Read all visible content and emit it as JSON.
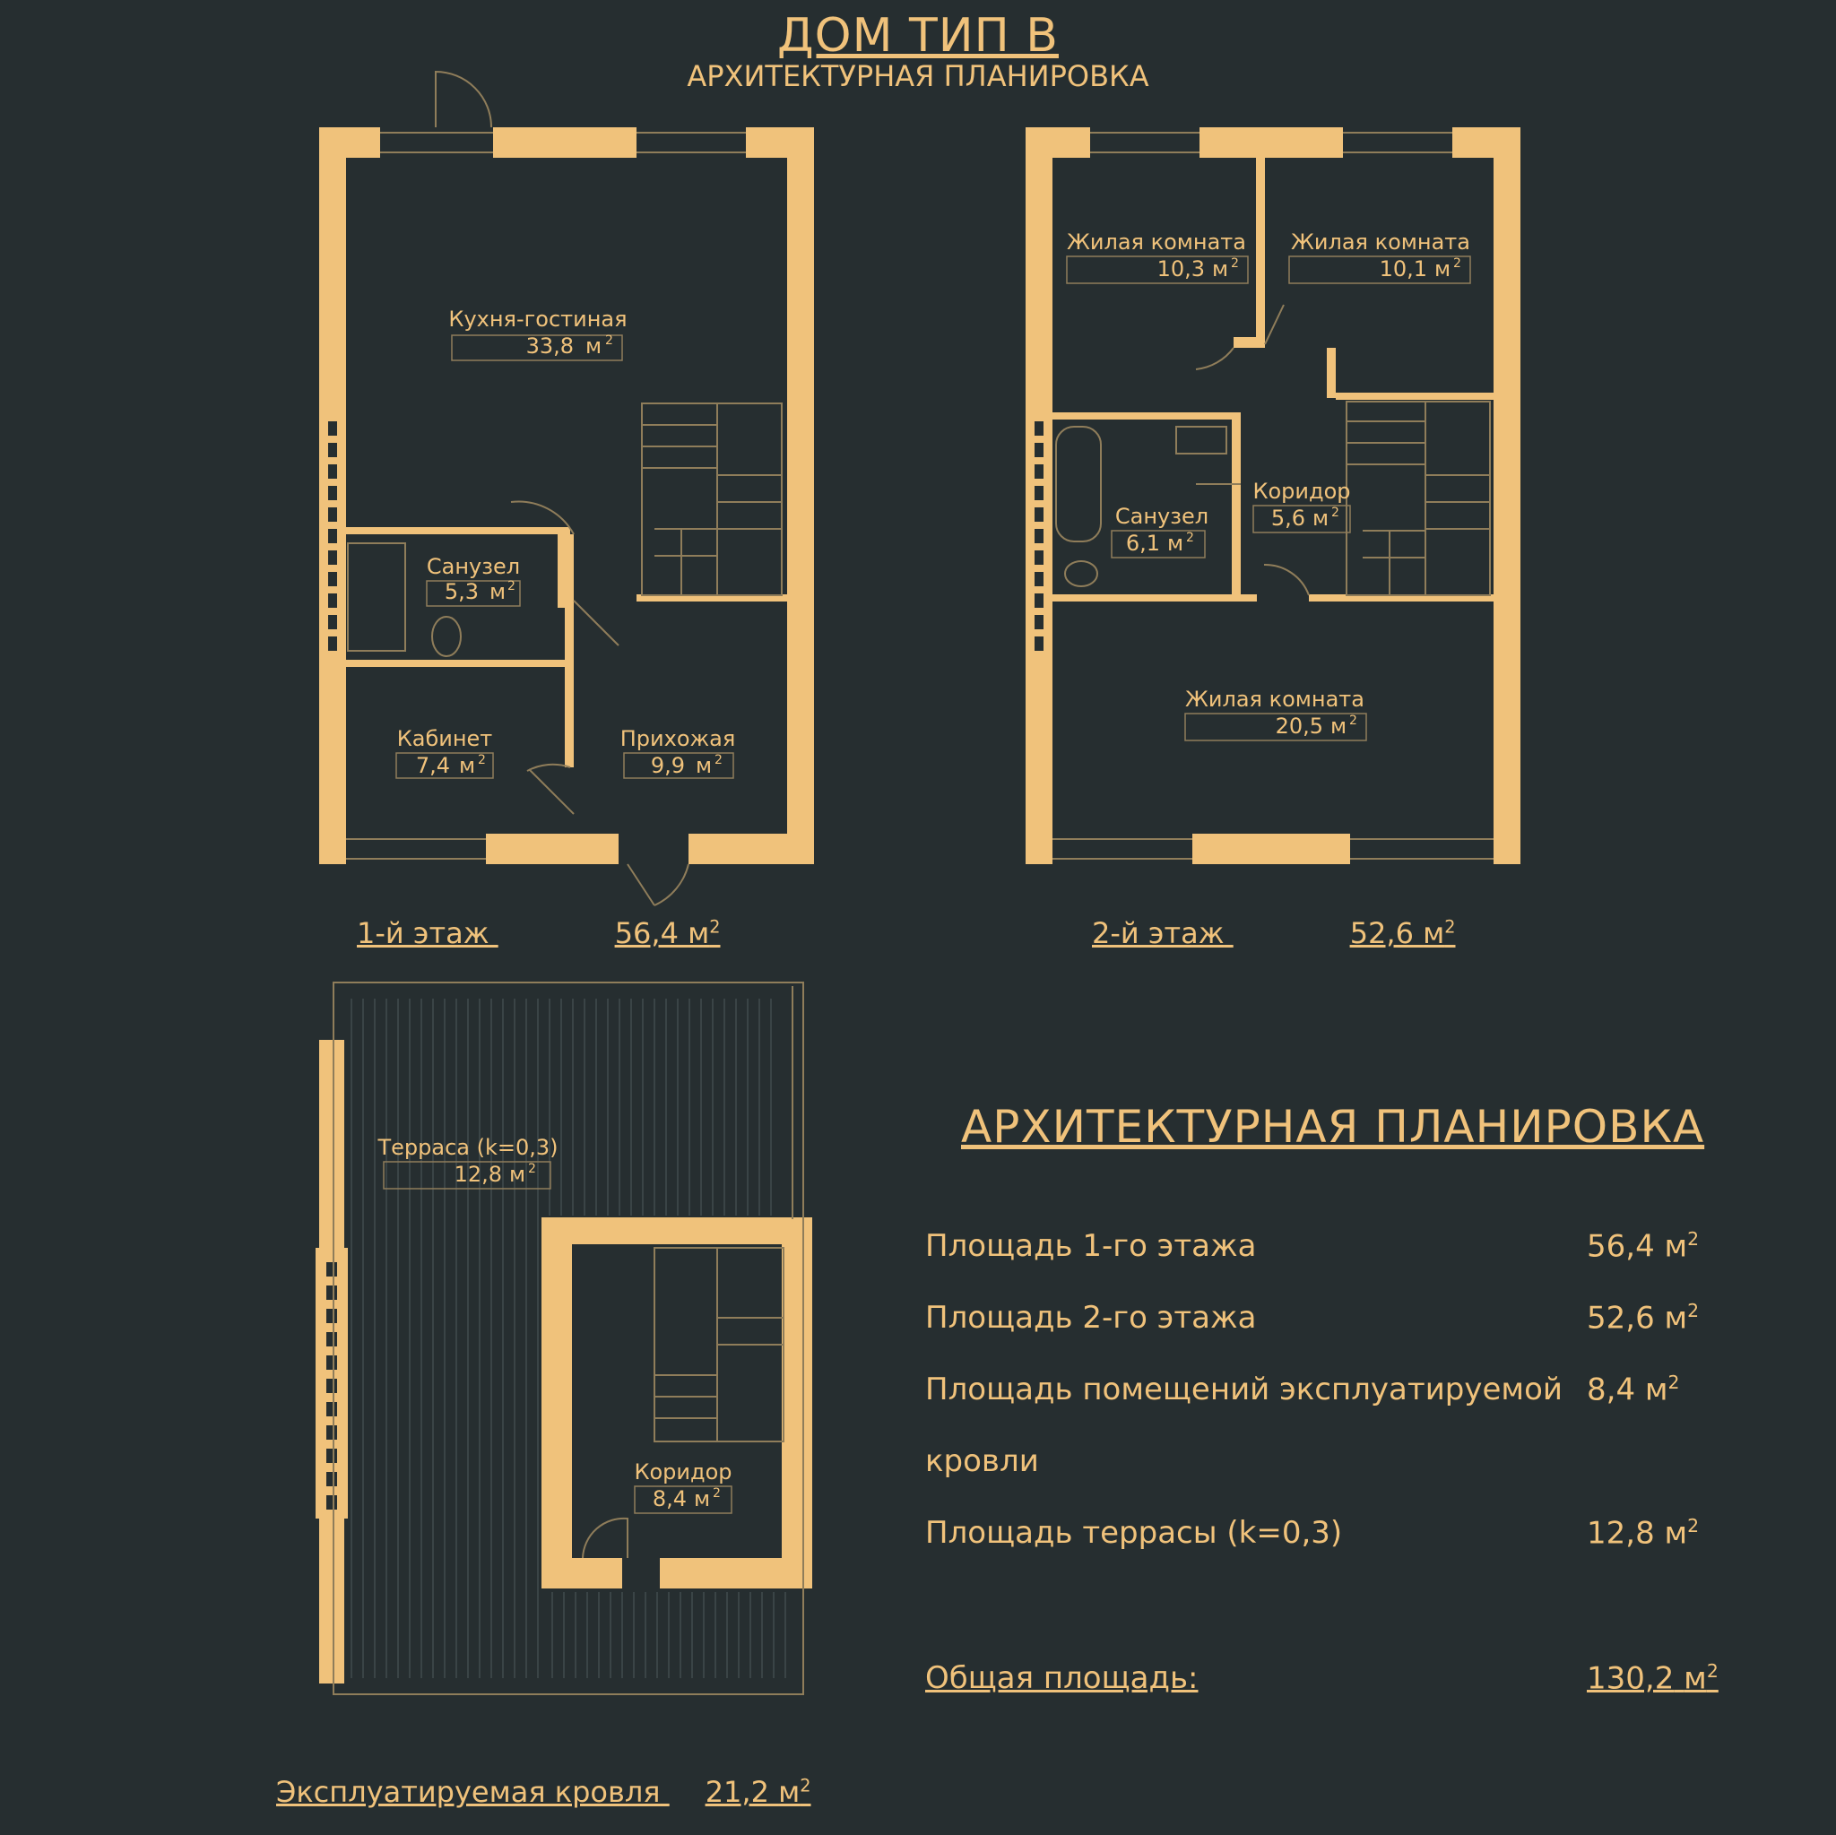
{
  "header": {
    "title": "ДОМ ТИП В",
    "subtitle": "АРХИТЕКТУРНАЯ ПЛАНИРОВКА"
  },
  "unit": "м",
  "unit_power": "2",
  "floor1": {
    "caption_label": "1-й этаж",
    "caption_area": "56,4",
    "rooms": [
      {
        "name": "Кухня-гостиная",
        "area": "33,8"
      },
      {
        "name": "Санузел",
        "area": "5,3"
      },
      {
        "name": "Кабинет",
        "area": "7,4"
      },
      {
        "name": "Прихожая",
        "area": "9,9"
      }
    ]
  },
  "floor2": {
    "caption_label": "2-й этаж",
    "caption_area": "52,6",
    "rooms": [
      {
        "name": "Жилая комната",
        "area": "10,3"
      },
      {
        "name": "Жилая комната",
        "area": "10,1"
      },
      {
        "name": "Санузел",
        "area": "6,1"
      },
      {
        "name": "Коридор",
        "area": "5,6"
      },
      {
        "name": "Жилая комната",
        "area": "20,5"
      }
    ]
  },
  "roof": {
    "caption_label": "Эксплуатируемая кровля",
    "caption_area": "21,2",
    "rooms": [
      {
        "name": "Терраса (k=0,3)",
        "area": "12,8"
      },
      {
        "name": "Коридор",
        "area": "8,4"
      }
    ]
  },
  "summary": {
    "title": "АРХИТЕКТУРНАЯ  ПЛАНИРОВКА",
    "rows": [
      {
        "label": "Площадь 1-го этажа",
        "value": "56,4"
      },
      {
        "label": "Площадь 2-го этажа",
        "value": "52,6"
      },
      {
        "label": "Площадь помещений эксплуатируемой",
        "label2": "кровли",
        "value": "8,4"
      },
      {
        "label": "Площадь террасы (k=0,3)",
        "value": "12,8"
      }
    ],
    "total_label": "Общая площадь:",
    "total_value": "130,2"
  },
  "colors": {
    "background": "#262e30",
    "wall": "#f0c27b",
    "line": "#8f7d5a"
  }
}
